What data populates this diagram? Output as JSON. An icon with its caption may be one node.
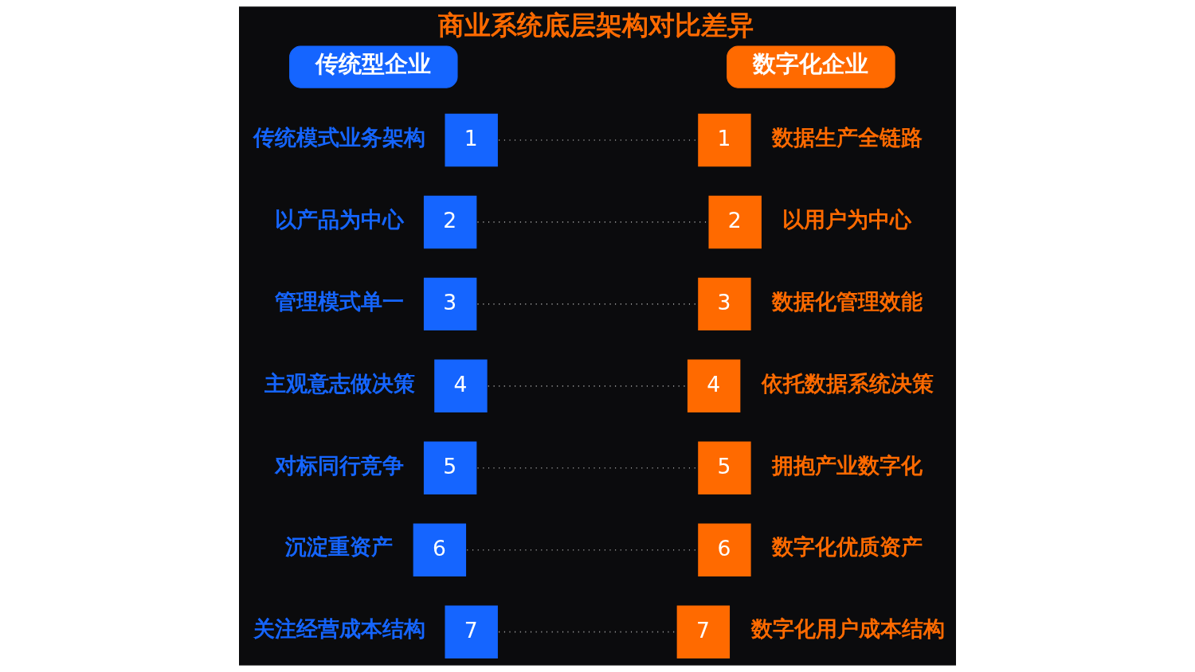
{
  "diagram": {
    "title": "商业系统底层架构对比差异",
    "nodes": [
      {
        "text": [
          "传统型企业"
        ]
      },
      {
        "text": [
          "数字化企业"
        ]
      },
      {
        "text": [
          "1"
        ],
        "beside": [
          "传统模式业务架构"
        ]
      },
      {
        "text": [
          "2"
        ],
        "beside": [
          "以产品为中心"
        ]
      },
      {
        "text": [
          "3"
        ],
        "beside": [
          "管理模式单一"
        ]
      },
      {
        "text": [
          "4"
        ],
        "beside": [
          "主观意志做决策"
        ]
      },
      {
        "text": [
          "5"
        ],
        "beside": [
          "对标同行竞争"
        ]
      },
      {
        "text": [
          "6"
        ],
        "beside": [
          "沉淀重资产"
        ]
      },
      {
        "text": [
          "7"
        ],
        "beside": [
          "关注经营成本结构"
        ]
      },
      {
        "text": [
          "1"
        ],
        "beside": [
          "数据生产全链路"
        ]
      },
      {
        "text": [
          "2"
        ],
        "beside": [
          "以用户为中心"
        ]
      },
      {
        "text": [
          "3"
        ],
        "beside": [
          "数据化管理效能"
        ]
      },
      {
        "text": [
          "4"
        ],
        "beside": [
          "依托数据系统决策"
        ]
      },
      {
        "text": [
          "5"
        ],
        "beside": [
          "拥抱产业数字化"
        ]
      },
      {
        "text": [
          "6"
        ],
        "beside": [
          "数字化优质资产"
        ]
      },
      {
        "text": [
          "7"
        ],
        "beside": [
          "数字化用户成本结构"
        ]
      }
    ],
    "edges": [
      {
        "from": 2,
        "to": 9,
        "arrow": "none",
        "style": "dashed"
      },
      {
        "from": 3,
        "to": 10,
        "arrow": "none",
        "style": "dashed"
      },
      {
        "from": 4,
        "to": 11,
        "arrow": "none",
        "style": "dashed"
      },
      {
        "from": 5,
        "to": 12,
        "arrow": "none",
        "style": "dashed"
      },
      {
        "from": 6,
        "to": 13,
        "arrow": "none",
        "style": "dashed"
      },
      {
        "from": 7,
        "to": 14,
        "arrow": "none",
        "style": "dashed"
      },
      {
        "from": 8,
        "to": 15,
        "arrow": "none",
        "style": "dashed"
      }
    ]
  }
}
